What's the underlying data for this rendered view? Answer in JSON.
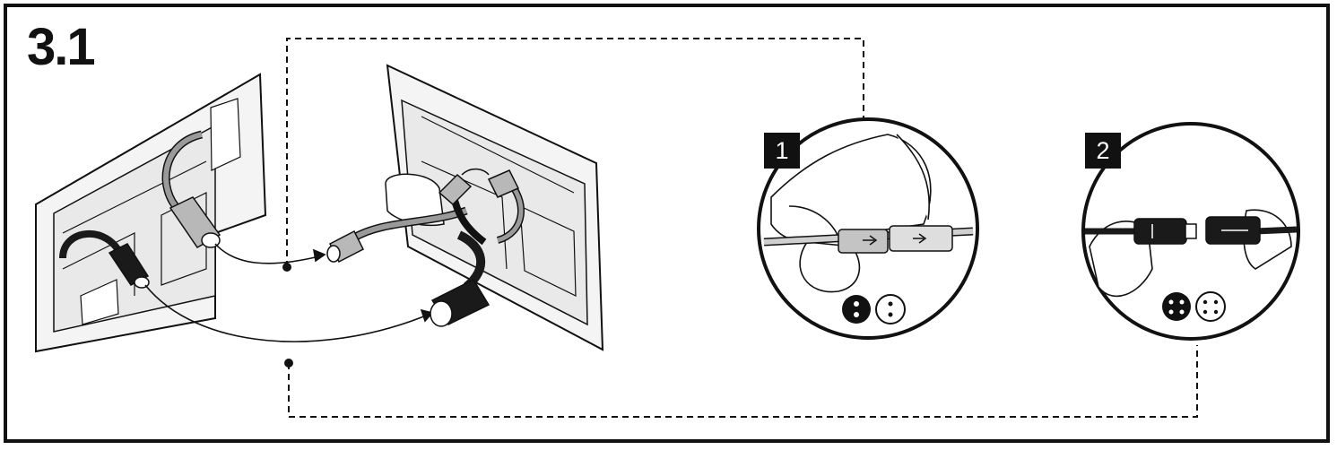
{
  "diagram": {
    "step_number": "3.1",
    "detail_1": {
      "badge": "1",
      "pin_icons": [
        "two-pin-male-icon",
        "two-pin-female-icon"
      ]
    },
    "detail_2": {
      "badge": "2",
      "pin_icons": [
        "four-pin-male-icon",
        "four-pin-female-icon"
      ]
    },
    "colors": {
      "line": "#111111",
      "frame": "#111111",
      "cable_black": "#1a1a1a",
      "cable_grey": "#9a9a9a",
      "panel_fill": "#f4f4f4"
    }
  }
}
